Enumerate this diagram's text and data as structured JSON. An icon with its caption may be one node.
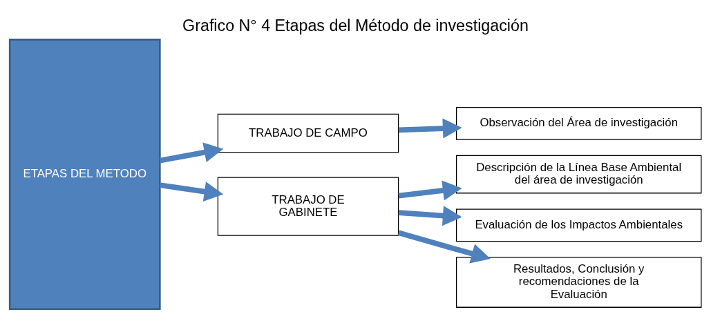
{
  "diagram": {
    "title": "Grafico N° 4 Etapas del Método de investigación",
    "nodes": [
      {
        "text": [
          "ETAPAS DEL METODO"
        ]
      },
      {
        "text": [
          "TRABAJO DE CAMPO"
        ]
      },
      {
        "text": [
          "Observación del Área de investigación"
        ]
      },
      {
        "text": [
          "TRABAJO DE GABINETE"
        ]
      },
      {
        "text": [
          "Descripción de la Línea Base Ambiental del área de investigación"
        ]
      },
      {
        "text": [
          "Evaluación de los Impactos Ambientales"
        ]
      },
      {
        "text": [
          "Resultados, Conclusión y recomendaciones de la Evaluación"
        ]
      }
    ],
    "edges": [
      {
        "from": 0,
        "to": 1,
        "arrow": "to"
      },
      {
        "from": 0,
        "to": 3,
        "arrow": "to"
      },
      {
        "from": 1,
        "to": 2,
        "arrow": "to"
      },
      {
        "from": 3,
        "to": 4,
        "arrow": "to"
      },
      {
        "from": 3,
        "to": 5,
        "arrow": "to"
      },
      {
        "from": 3,
        "to": 6,
        "arrow": "to"
      }
    ]
  }
}
